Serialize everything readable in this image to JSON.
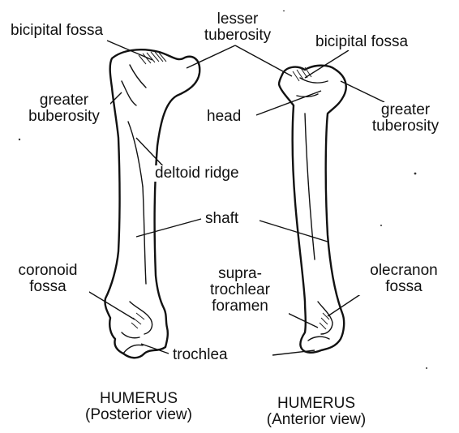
{
  "labels": {
    "bicipital_fossa_left": "bicipital fossa",
    "lesser_tuberosity": "lesser\ntuberosity",
    "bicipital_fossa_right": "bicipital fossa",
    "greater_buberosity": "greater\nbuberosity",
    "head": "head",
    "greater_tuberosity": "greater\ntuberosity",
    "deltoid_ridge": "deltoid ridge",
    "shaft": "shaft",
    "coronoid_fossa": "coronoid\nfossa",
    "supratrochlear_foramen": "supra-\ntrochlear\nforamen",
    "olecranon_fossa": "olecranon\nfossa",
    "trochlea": "trochlea"
  },
  "captions": {
    "left": "HUMERUS\n(Posterior view)",
    "right": "HUMERUS\n(Anterior view)"
  }
}
